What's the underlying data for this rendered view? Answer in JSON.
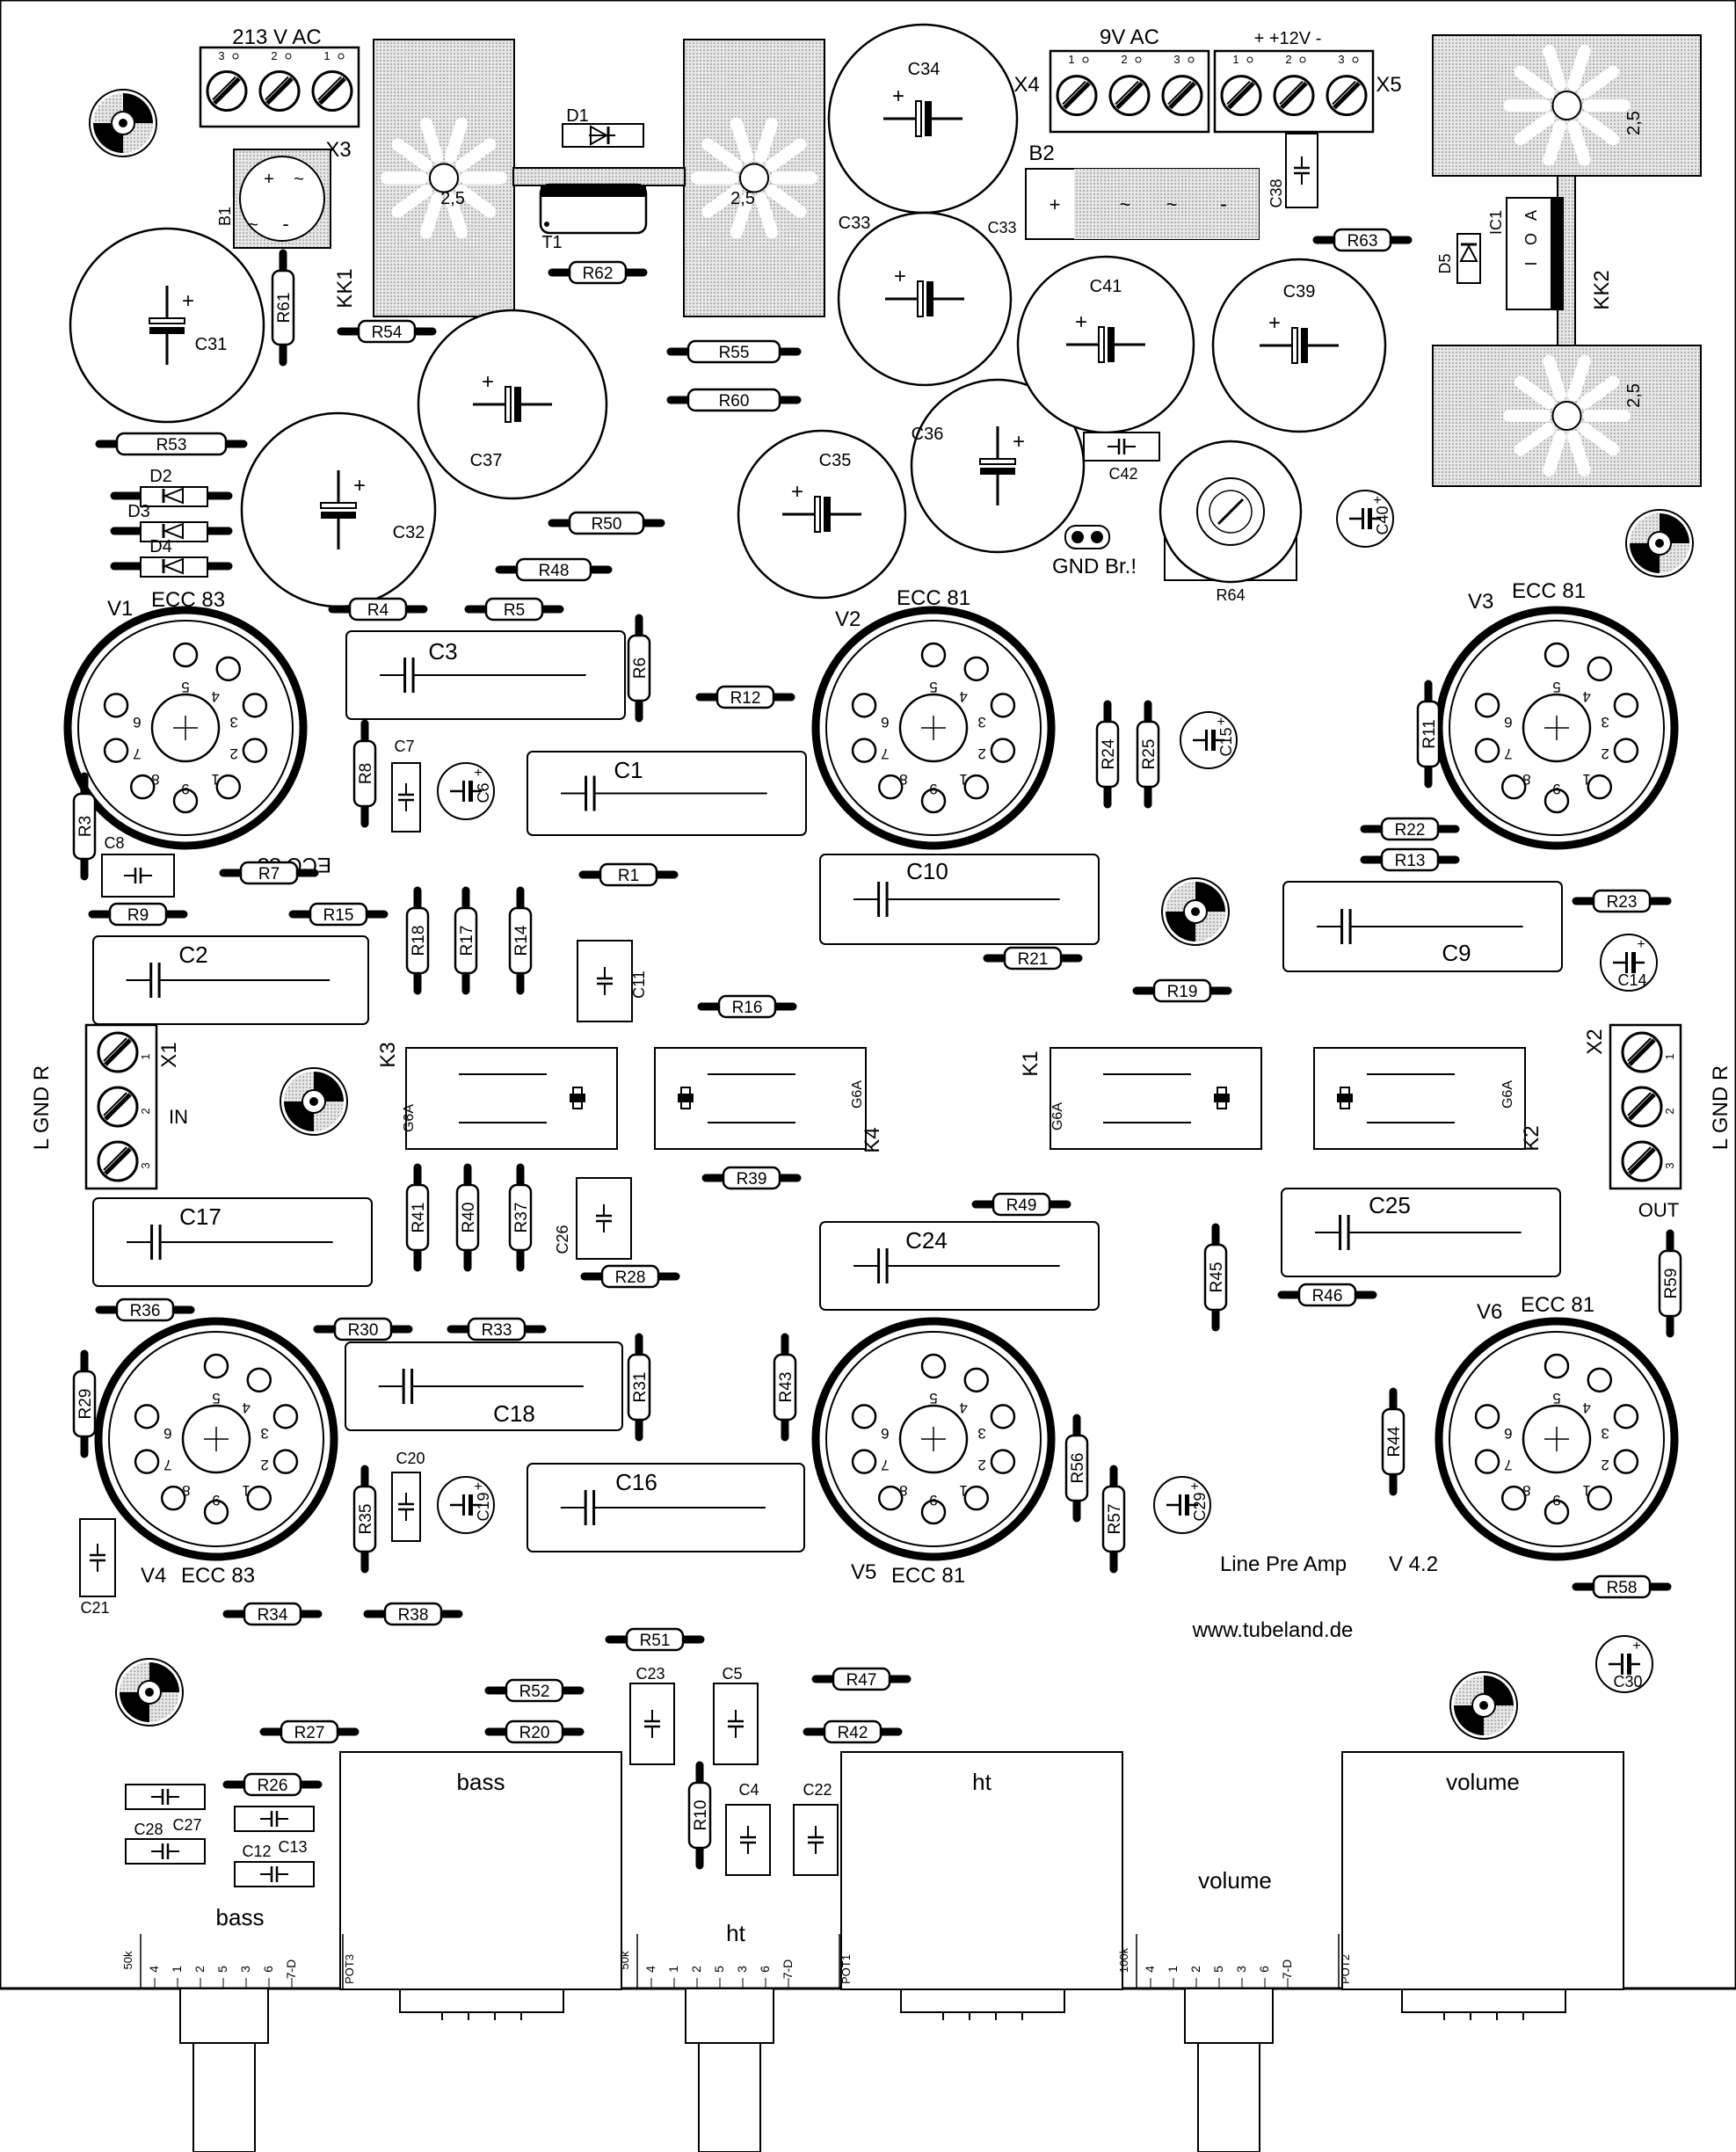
{
  "board": {
    "title": "Line Pre Amp",
    "version": "V 4.2",
    "website": "www.tubeland.de",
    "gnd_bridge": "GND Br.!"
  },
  "terminals": [
    {
      "ref": "X3",
      "label": "213 V AC",
      "pins": [
        "3",
        "2",
        "1"
      ]
    },
    {
      "ref": "X4",
      "label": "9V AC",
      "pins": [
        "1",
        "2",
        "3"
      ]
    },
    {
      "ref": "X5",
      "label": "+ +12V -",
      "pins": [
        "1",
        "2",
        "3"
      ]
    },
    {
      "ref": "X1",
      "label": "IN",
      "side": "L GND R",
      "pins": [
        "1",
        "2",
        "3"
      ]
    },
    {
      "ref": "X2",
      "label": "OUT",
      "side": "L GND R",
      "pins": [
        "1",
        "2",
        "3"
      ]
    }
  ],
  "tubes": [
    {
      "ref": "V1",
      "type": "ECC 83",
      "mirror": "ECC 83",
      "pins": [
        "1",
        "2",
        "3",
        "4",
        "5",
        "6",
        "7",
        "8",
        "9"
      ]
    },
    {
      "ref": "V2",
      "type": "ECC 81",
      "pins": [
        "1",
        "2",
        "3",
        "4",
        "5",
        "6",
        "7",
        "8",
        "9"
      ]
    },
    {
      "ref": "V3",
      "type": "ECC 81",
      "pins": [
        "1",
        "2",
        "3",
        "4",
        "5",
        "6",
        "7",
        "8",
        "9"
      ]
    },
    {
      "ref": "V4",
      "type": "ECC 83",
      "pins": [
        "1",
        "2",
        "3",
        "4",
        "5",
        "6",
        "7",
        "8",
        "9"
      ]
    },
    {
      "ref": "V5",
      "type": "ECC 81",
      "pins": [
        "1",
        "2",
        "3",
        "4",
        "5",
        "6",
        "7",
        "8",
        "9"
      ]
    },
    {
      "ref": "V6",
      "type": "ECC 81",
      "pins": [
        "1",
        "2",
        "3",
        "4",
        "5",
        "6",
        "7",
        "8",
        "9"
      ]
    }
  ],
  "heatsinks": [
    {
      "ref": "KK1",
      "value": "2,5"
    },
    {
      "ref": "KK2",
      "value": "2,5"
    }
  ],
  "relays": [
    {
      "ref": "K1",
      "type": "G6A"
    },
    {
      "ref": "K2",
      "type": "G6A"
    },
    {
      "ref": "K3",
      "type": "G6A"
    },
    {
      "ref": "K4",
      "type": "G6A"
    }
  ],
  "semis": [
    {
      "ref": "D1"
    },
    {
      "ref": "D2"
    },
    {
      "ref": "D3"
    },
    {
      "ref": "D4"
    },
    {
      "ref": "D5"
    },
    {
      "ref": "T1"
    },
    {
      "ref": "IC1",
      "pins": "I O A"
    },
    {
      "ref": "B1",
      "marks": "+ ~ ~ -"
    },
    {
      "ref": "B2",
      "marks": "+ ~ ~ -"
    }
  ],
  "big_caps": [
    "C31",
    "C32",
    "C34",
    "C33",
    "C37",
    "C35",
    "C36",
    "C41",
    "C39"
  ],
  "film_caps": [
    "C3",
    "C1",
    "C10",
    "C9",
    "C2",
    "C17",
    "C18",
    "C16",
    "C24",
    "C25"
  ],
  "small_caps": [
    "C7",
    "C6",
    "C8",
    "C11",
    "C15",
    "C14",
    "C26",
    "C20",
    "C19",
    "C29",
    "C21",
    "C30",
    "C23",
    "C5",
    "C4",
    "C22",
    "C28",
    "C27",
    "C12",
    "C13",
    "C38",
    "C42",
    "C40"
  ],
  "resistors": [
    "R53",
    "R54",
    "R61",
    "R62",
    "R55",
    "R60",
    "R63",
    "R50",
    "R48",
    "R4",
    "R5",
    "R6",
    "R12",
    "R24",
    "R25",
    "R11",
    "R8",
    "R3",
    "R7",
    "R9",
    "R15",
    "R1",
    "R18",
    "R17",
    "R14",
    "R22",
    "R13",
    "R23",
    "R21",
    "R19",
    "R16",
    "R39",
    "R41",
    "R40",
    "R37",
    "R28",
    "R49",
    "R45",
    "R46",
    "R59",
    "R36",
    "R30",
    "R33",
    "R31",
    "R43",
    "R29",
    "R56",
    "R57",
    "R44",
    "R35",
    "R34",
    "R38",
    "R51",
    "R52",
    "R20",
    "R47",
    "R42",
    "R58",
    "R27",
    "R26",
    "R10",
    "R64"
  ],
  "pots": [
    {
      "ref": "POT3",
      "value": "50k",
      "name": "bass",
      "pins": [
        "4",
        "1",
        "2",
        "5",
        "3",
        "6",
        "7-D"
      ]
    },
    {
      "ref": "POT1",
      "value": "50k",
      "name": "ht",
      "pins": [
        "4",
        "1",
        "2",
        "5",
        "3",
        "6",
        "7-D"
      ]
    },
    {
      "ref": "POT2",
      "value": "100k",
      "name": "volume",
      "pins": [
        "4",
        "1",
        "2",
        "5",
        "3",
        "6",
        "7-D"
      ]
    }
  ],
  "colors": {
    "ink": "#000000",
    "hatch": "#bbbbbb",
    "board": "#ffffff"
  }
}
